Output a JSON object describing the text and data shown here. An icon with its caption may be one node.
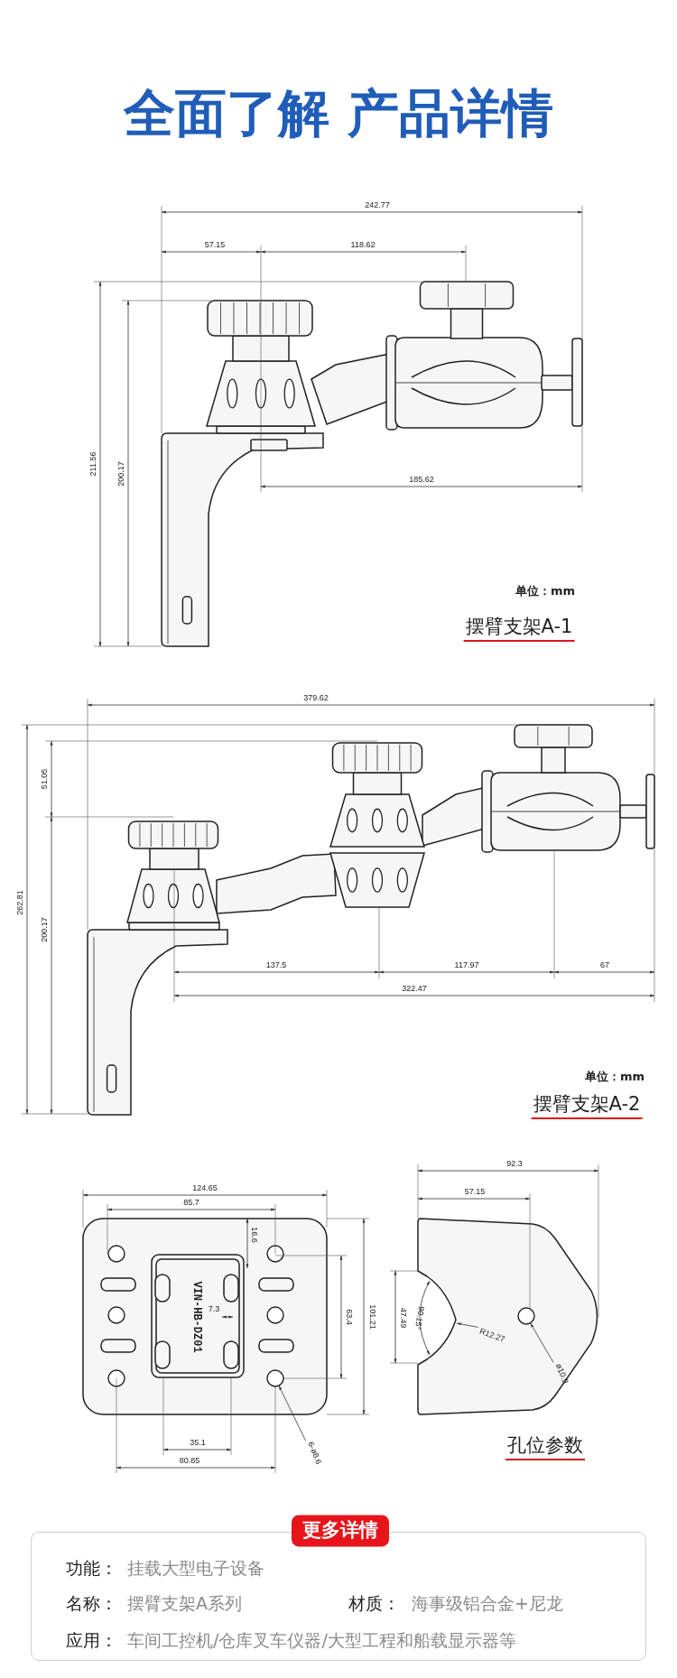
{
  "diagram": {
    "title": "全面了解 产品详情",
    "nodes": [
      {
        "text": [
          "6-ø8.6"
        ]
      },
      {
        "text": [
          "R12.27"
        ]
      },
      {
        "text": [
          "ø10.9"
        ]
      },
      {
        "text": [],
        "shape": "circle"
      },
      {
        "text": [],
        "shape": "circle"
      }
    ],
    "edges": [
      {
        "from": 0,
        "to": 3,
        "arrow": "to"
      },
      {
        "from": 1,
        "to": null,
        "arrow": "to"
      },
      {
        "from": 2,
        "to": 4,
        "arrow": "to"
      }
    ],
    "labels": [
      "242.77",
      "57.15",
      "118.62",
      "185.62",
      "211.56",
      "200.17",
      "单位：mm",
      "摆臂支架A-1",
      "379.62",
      "262.81",
      "51.05",
      "200.17",
      "137.5",
      "117.97",
      "67",
      "322.47",
      "单位：mm",
      "摆臂支架A-2",
      "124.65",
      "85.7",
      "16.6",
      "7.3",
      "63.4",
      "101.21",
      "VIN-HB-DZ01",
      "35.1",
      "80.85",
      "92.3",
      "57.15",
      "47.49",
      "90.15°",
      "孔位参数",
      "更多详情",
      "功能：",
      "挂载大型电子设备",
      "名称：",
      "摆臂支架A系列",
      "材质：",
      "海事级铝合金+尼龙",
      "应用：",
      "车间工控机/仓库叉车仪器/大型工程和船载显示器等"
    ]
  }
}
